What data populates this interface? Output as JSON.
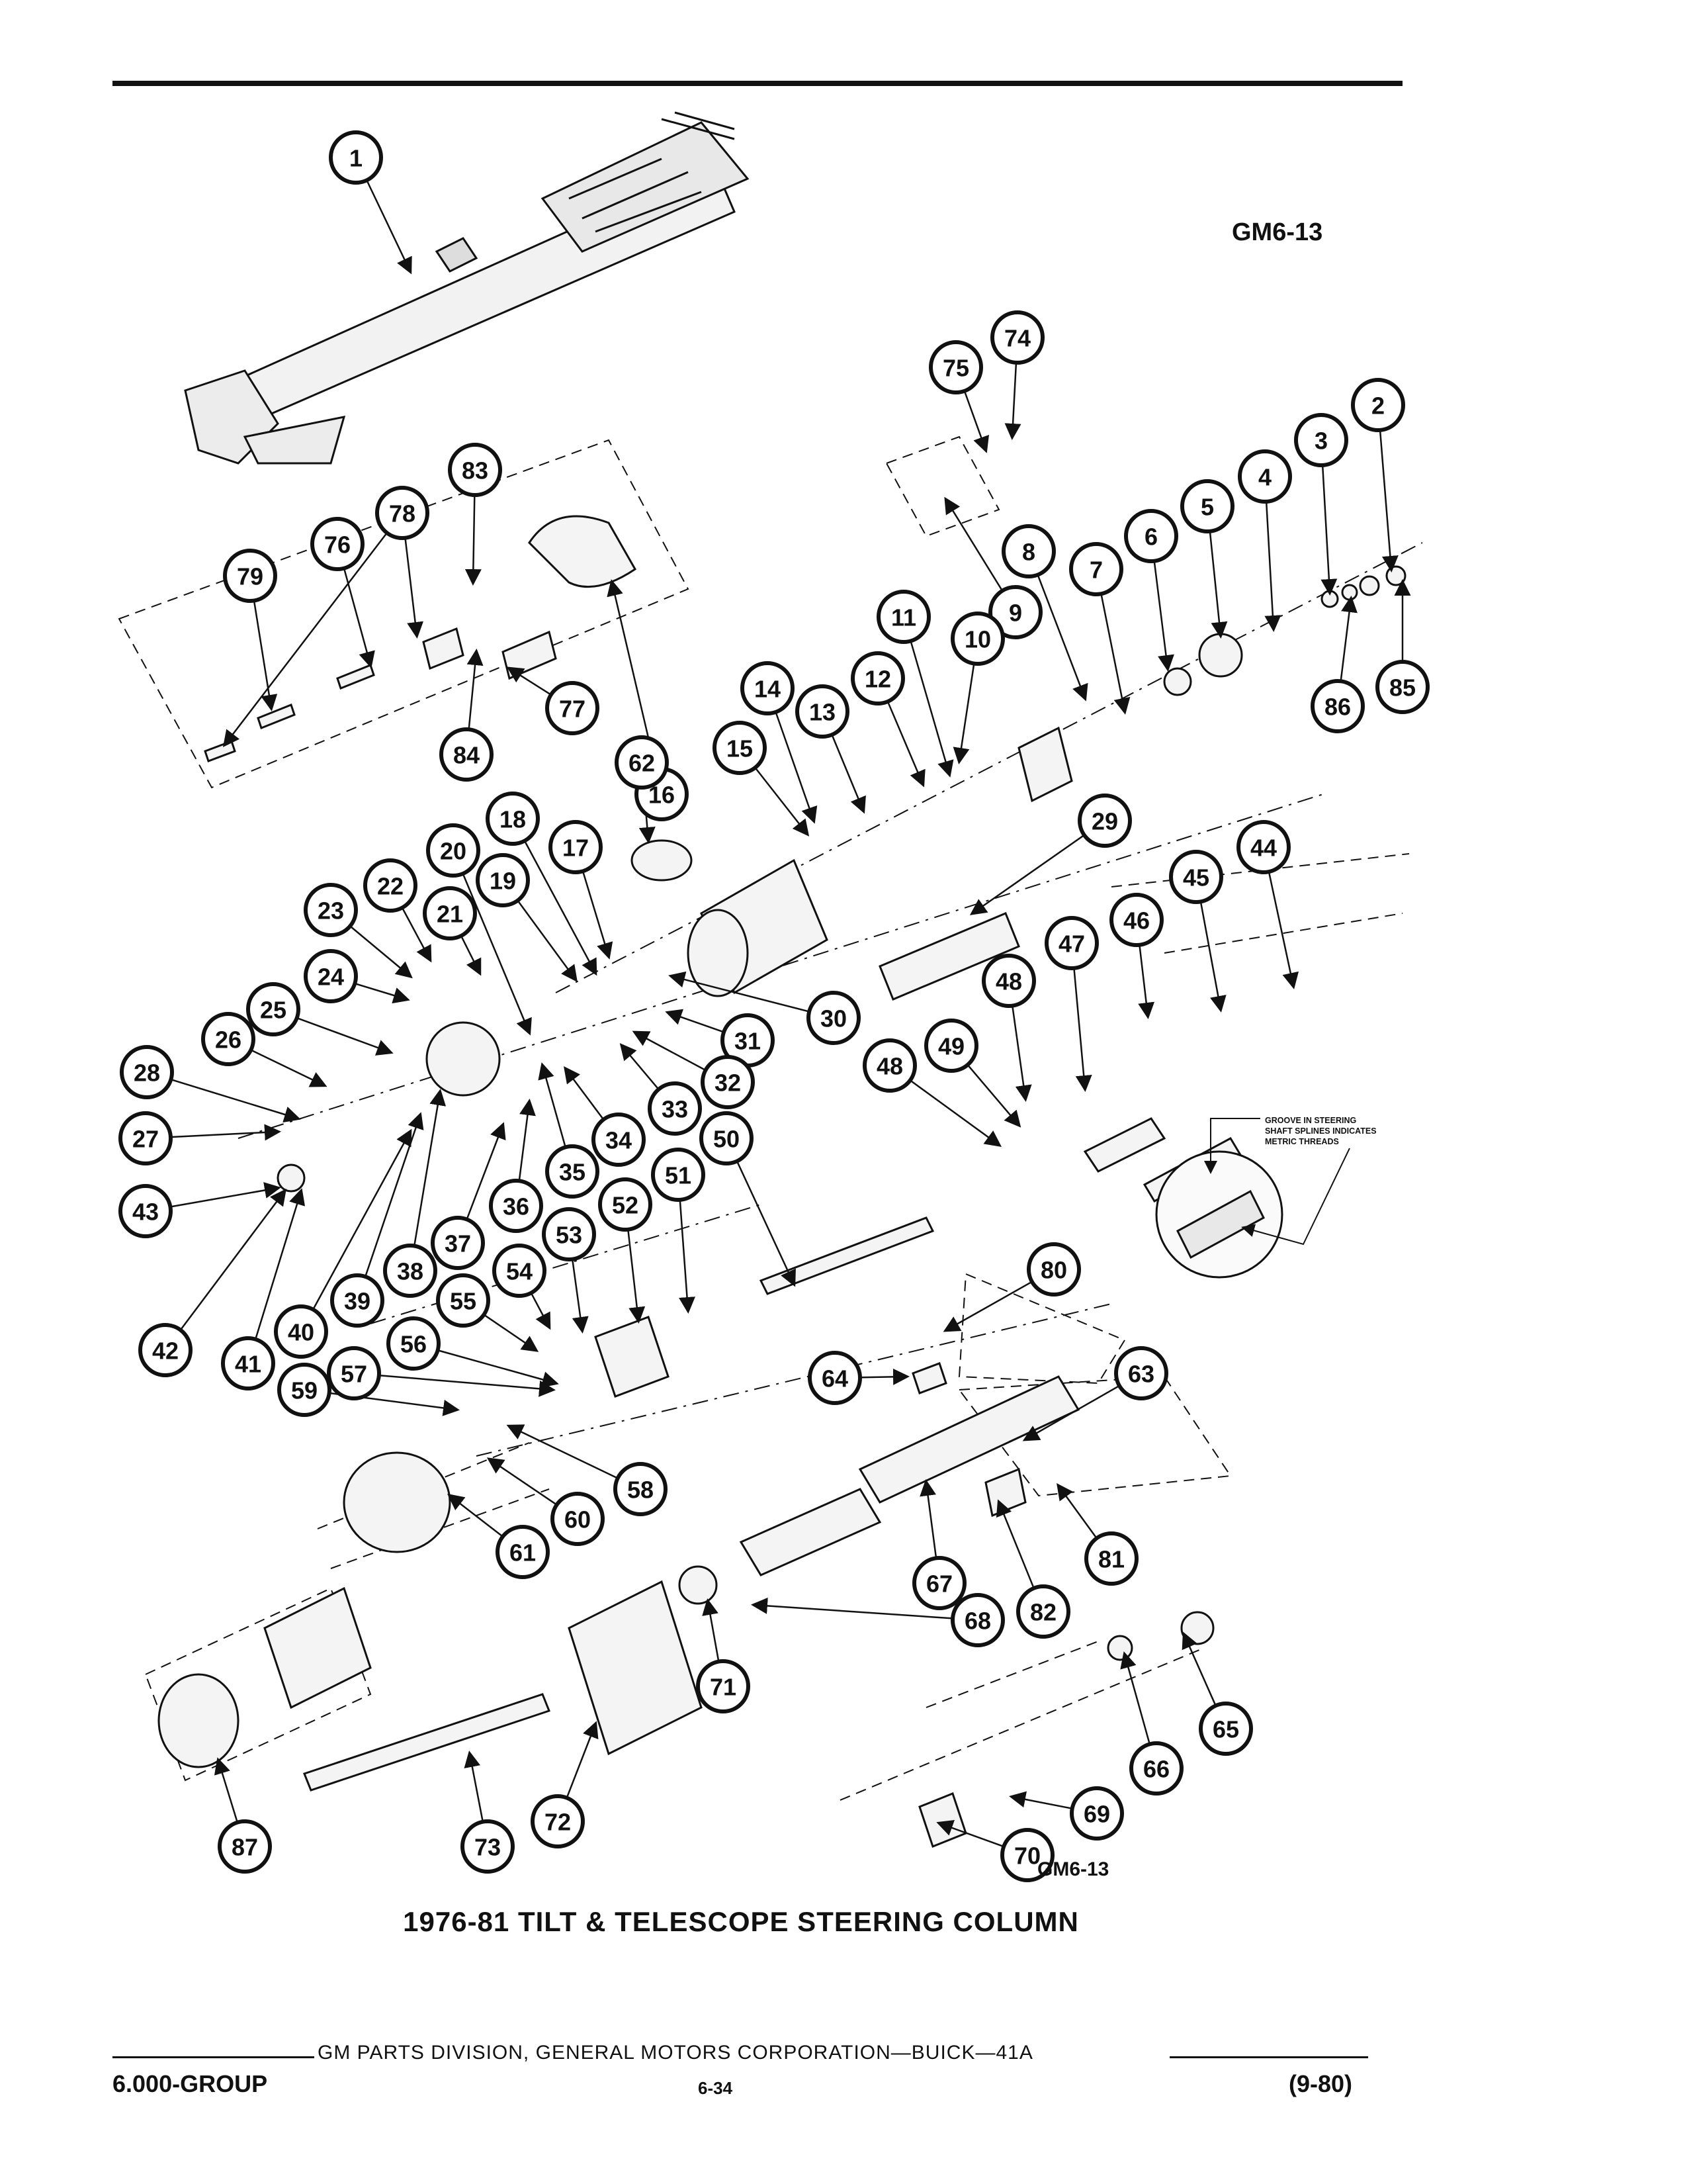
{
  "figure_code": "GM6-13",
  "title": "1976-81 TILT & TELESCOPE STEERING COLUMN",
  "note": [
    "GROOVE IN STEERING",
    "SHAFT SPLINES INDICATES",
    "METRIC THREADS"
  ],
  "callouts": [
    "1",
    "2",
    "3",
    "4",
    "5",
    "6",
    "7",
    "8",
    "9",
    "10",
    "11",
    "12",
    "13",
    "14",
    "15",
    "16",
    "17",
    "18",
    "19",
    "20",
    "21",
    "22",
    "23",
    "24",
    "25",
    "26",
    "27",
    "28",
    "29",
    "30",
    "31",
    "32",
    "33",
    "34",
    "35",
    "36",
    "37",
    "38",
    "39",
    "40",
    "41",
    "42",
    "43",
    "44",
    "45",
    "46",
    "47",
    "48",
    "48",
    "49",
    "50",
    "51",
    "52",
    "53",
    "54",
    "55",
    "56",
    "57",
    "58",
    "59",
    "60",
    "61",
    "62",
    "63",
    "64",
    "65",
    "66",
    "67",
    "68",
    "69",
    "70",
    "71",
    "72",
    "73",
    "74",
    "75",
    "76",
    "77",
    "78",
    "79",
    "80",
    "81",
    "82",
    "83",
    "84",
    "85",
    "86",
    "87"
  ],
  "footer": {
    "corporation": "GM PARTS DIVISION, GENERAL MOTORS CORPORATION—BUICK—41A",
    "group": "6.000-GROUP",
    "page": "6-34",
    "date": "(9-80)"
  }
}
